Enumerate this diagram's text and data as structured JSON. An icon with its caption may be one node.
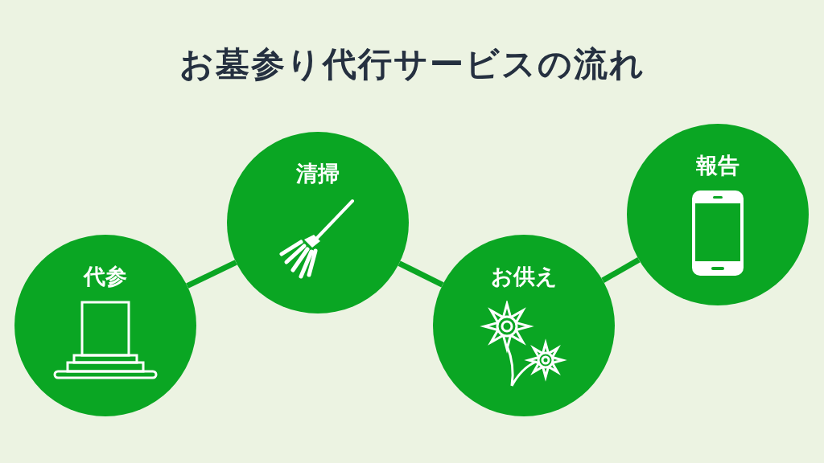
{
  "diagram": {
    "title": "お墓参り代行サービスの流れ",
    "nodes": [
      {
        "text": [
          "代参"
        ]
      },
      {
        "text": [
          "清掃"
        ]
      },
      {
        "text": [
          "お供え"
        ]
      },
      {
        "text": [
          "報告"
        ]
      }
    ],
    "edges": [
      {
        "from": 0,
        "to": 1,
        "arrow": "none"
      },
      {
        "from": 1,
        "to": 2,
        "arrow": "none"
      },
      {
        "from": 2,
        "to": 3,
        "arrow": "none"
      }
    ]
  }
}
